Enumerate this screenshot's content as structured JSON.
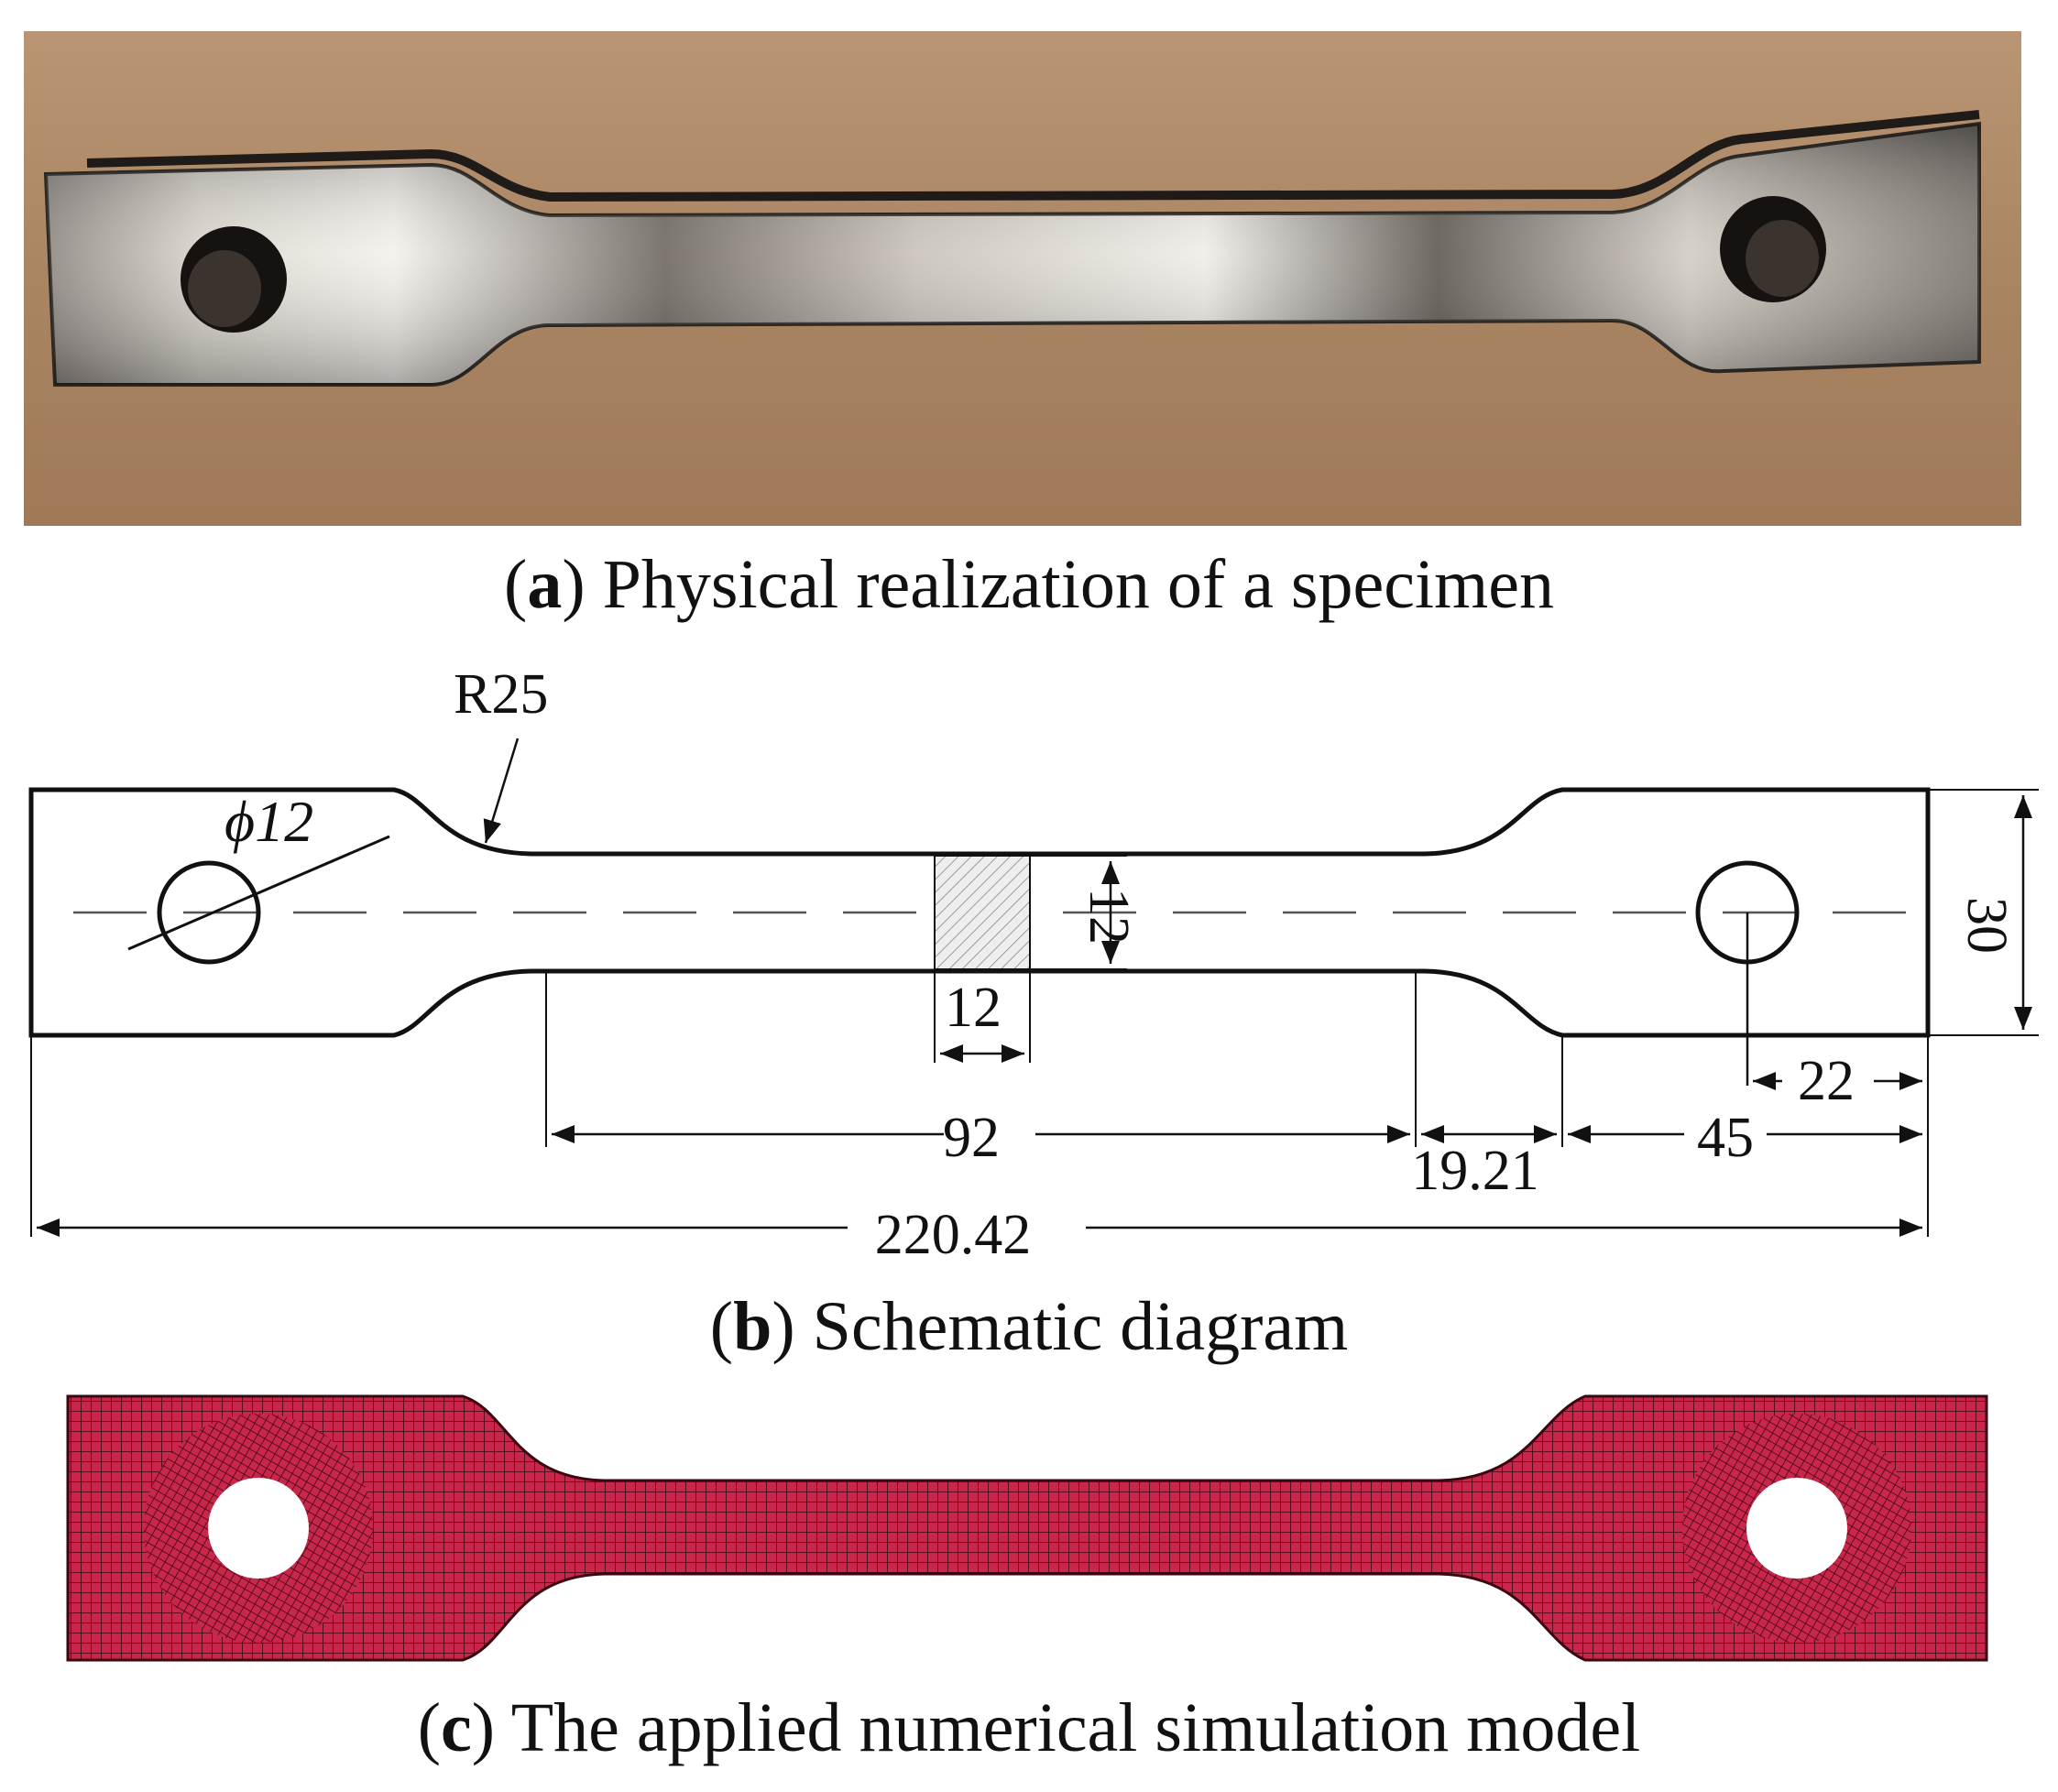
{
  "panels": {
    "a": {
      "letter": "a",
      "caption": "Physical realization of a specimen"
    },
    "b": {
      "letter": "b",
      "caption": "Schematic diagram",
      "dimensions": {
        "radius": "R25",
        "hole": "ϕ12",
        "gauge_square_width": "12",
        "gauge_width": "12",
        "width": "30",
        "gauge_length": "92",
        "transition": "19.21",
        "grip_length": "45",
        "hole_offset": "22",
        "total_length": "220.42"
      }
    },
    "c": {
      "letter": "c",
      "caption": "The applied numerical simulation model"
    }
  },
  "colors": {
    "mesh_fill": "#c8264a",
    "mesh_lines": "#3a0610",
    "photo_bg": "#b08a66"
  }
}
